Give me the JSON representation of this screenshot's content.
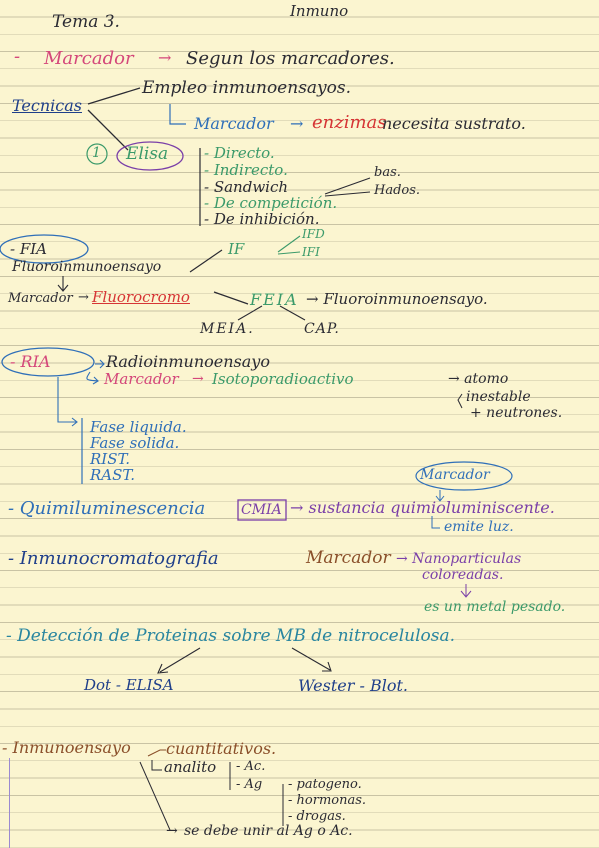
{
  "header": {
    "title": "Tema 3.",
    "subject": "Inmuno"
  },
  "marcador_line": {
    "dash": "-",
    "term": "Marcador",
    "arrow": "→",
    "text": "Segun los marcadores."
  },
  "tecnicas": {
    "label": "Tecnicas",
    "branch_top": "Empleo inmunoensayos.",
    "marcador": "Marcador",
    "enzimas": "enzimas",
    "necesita": "necesita sustrato."
  },
  "elisa": {
    "number": "1",
    "label": "Elisa",
    "items": [
      "- Directo.",
      "- Indirecto.",
      "- Sandwich",
      "- De competición.",
      "- De inhibición."
    ],
    "sandwich_sub": [
      "bas.",
      "Hados."
    ]
  },
  "fia": {
    "label": "- FIA",
    "full": "Fluoroinmunoensayo",
    "marcador": "Marcador",
    "fluorocromo": "Fluorocromo",
    "if": "IF",
    "ifd": "IFD",
    "ifi": "IFI",
    "feia": "FEIA",
    "feia_text": "→ Fluoroinmunoensayo.",
    "meia": "MEIA.",
    "cap": "CAP."
  },
  "ria": {
    "label": "- RIA",
    "full": "Radioinmunoensayo",
    "marcador": "Marcador",
    "isotopo": "Isotoporadioactivo",
    "atomo": "→ atomo",
    "inestable": "inestable",
    "neutrones": "+ neutrones.",
    "fases": [
      "Fase liquida.",
      "Fase solida.",
      "RIST.",
      "RAST."
    ]
  },
  "quimio": {
    "text": "- Quimiluminescencia",
    "cmia": "CMIA",
    "sustancia": "→ sustancia quimioluminiscente.",
    "emite": "emite luz.",
    "marcador_bubble": "Marcador"
  },
  "inmunocroma": {
    "text": "- Inmunocromatografia",
    "marcador": "Marcador",
    "nano": "→ Nanoparticulas",
    "coloreadas": "coloreadas.",
    "metal": "es un metal pesado."
  },
  "deteccion": {
    "text": "- Detección de Proteinas sobre MB de nitrocelulosa.",
    "dot": "Dot - ELISA",
    "western": "Wester - Blot."
  },
  "inmunoensayo": {
    "label": "- Inmunoensayo",
    "cuantitativos": "cuantitativos.",
    "analito": "analito",
    "ac": "- Ac.",
    "ag": "- Ag",
    "ag_items": [
      "- patogeno.",
      "- hormonas.",
      "- drogas."
    ],
    "unir": "se debe unir al Ag o Ac."
  },
  "colors": {
    "paper": "#fbf5d0",
    "rule": "#c9c3a4",
    "ink_black": "#2b2b33",
    "ink_pink": "#d4477a",
    "ink_red": "#d63535",
    "ink_blue": "#2f6fb8",
    "ink_green": "#3b9a6a",
    "ink_purple": "#7a3fa8",
    "ink_brown": "#8a4f2a"
  }
}
